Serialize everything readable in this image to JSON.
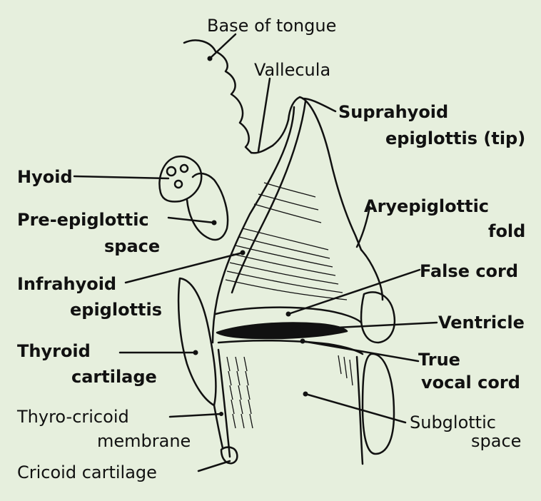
{
  "colors": {
    "background": "#e6efdd",
    "ink": "#111111"
  },
  "labels": {
    "base_of_tongue": "Base of tongue",
    "vallecula": "Vallecula",
    "suprahyoid_1": "Suprahyoid",
    "suprahyoid_2": "epiglottis (tip)",
    "hyoid": "Hyoid",
    "aryepiglottic_1": "Aryepiglottic",
    "aryepiglottic_2": "fold",
    "pre_epiglottic_1": "Pre-epiglottic",
    "pre_epiglottic_2": "space",
    "false_cord": "False cord",
    "infrahyoid_1": "Infrahyoid",
    "infrahyoid_2": "epiglottis",
    "ventricle": "Ventricle",
    "thyroid_1": "Thyroid",
    "thyroid_2": "cartilage",
    "true_vocal_1": "True",
    "true_vocal_2": "vocal cord",
    "thyro_cricoid_1": "Thyro-cricoid",
    "thyro_cricoid_2": "membrane",
    "subglottic_1": "Subglottic",
    "subglottic_2": "space",
    "cricoid": "Cricoid cartilage"
  }
}
